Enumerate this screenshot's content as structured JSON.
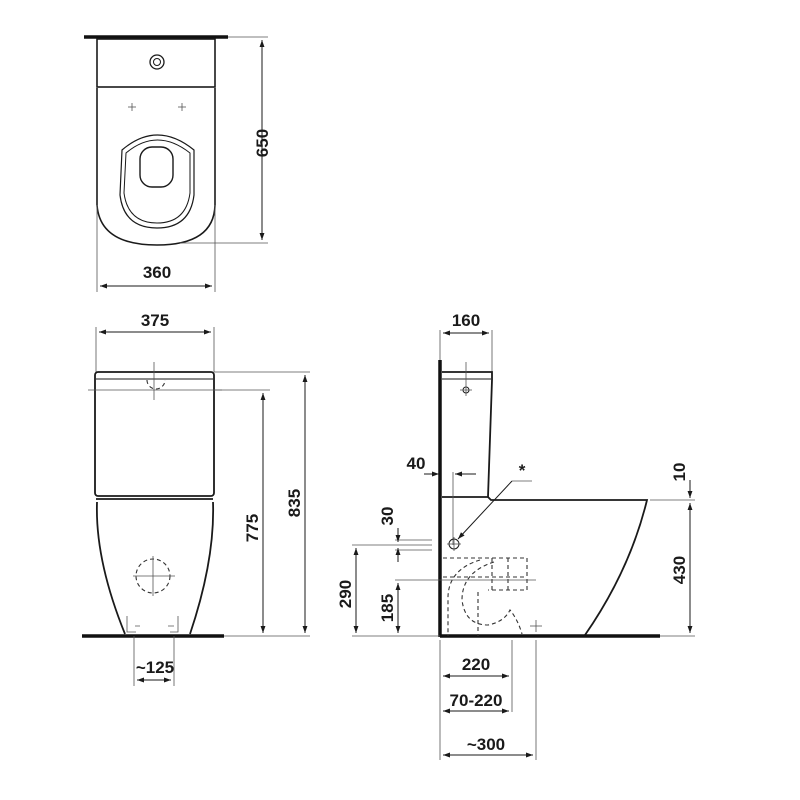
{
  "drawing": {
    "subject": "Close-coupled floor-standing toilet technical drawing",
    "views": {
      "top_view": {
        "labels": {
          "depth": "650",
          "width": "360"
        }
      },
      "front_view": {
        "labels": {
          "width": "375",
          "tank_height": "775",
          "total_height": "835",
          "bolt_spacing": "~125"
        }
      },
      "side_view": {
        "labels": {
          "tank_depth": "160",
          "inlet_offset": "40",
          "note_marker": "*",
          "seat_gap": "10",
          "seat_height": "430",
          "inlet_drop": "30",
          "inlet_height": "290",
          "outlet_height": "185",
          "outlet_distance": "220",
          "outlet_range": "70-220",
          "bowl_projection": "~300"
        }
      }
    },
    "colors": {
      "line": "#1a1a1a",
      "background": "#ffffff"
    }
  }
}
